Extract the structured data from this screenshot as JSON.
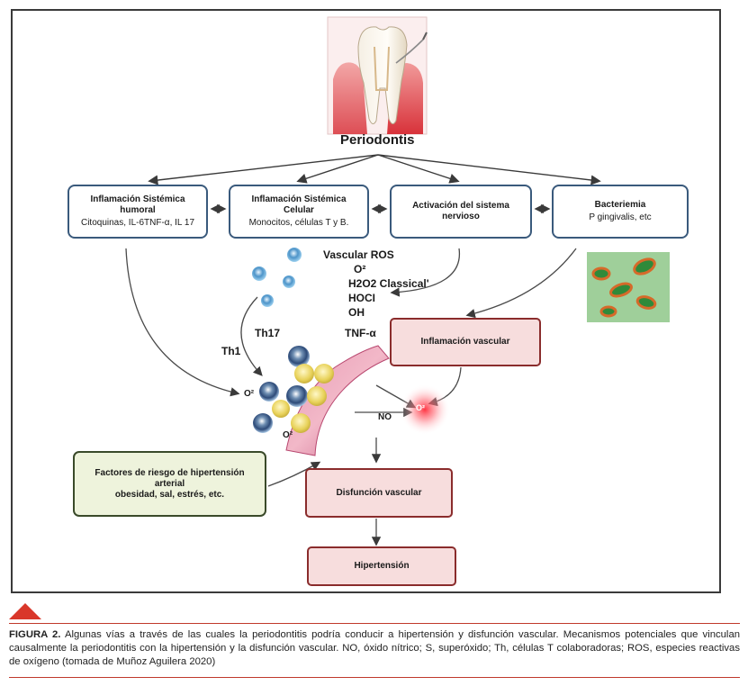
{
  "main_title": "Periodontis",
  "top_boxes": [
    {
      "title": "Inflamación Sistémica humoral",
      "sub": "Citoquinas, IL-6TNF-α, IL 17"
    },
    {
      "title": "Inflamación Sistémica Celular",
      "sub": "Monocitos, células T y B."
    },
    {
      "title": "Activación del sistema nervioso",
      "sub": ""
    },
    {
      "title": "Bacteriemia",
      "sub": "P gingivalis, etc"
    }
  ],
  "ros_labels": [
    "Vascular ROS",
    "O²",
    "H2O2 Classical'",
    "HOCI",
    "OH",
    "TNF-α"
  ],
  "cell_labels": {
    "th17": "Th17",
    "th1": "Th1",
    "o2_left": "O²",
    "o2_bottom": "O²",
    "no": "NO",
    "o2_burst": "O²"
  },
  "inflamacion_vascular": "Inflamación vascular",
  "risk_box": {
    "title": "Factores de riesgo de hipertensión arterial",
    "sub": "obesidad, sal, estrés, etc."
  },
  "disfuncion_vascular": "Disfunción vascular",
  "hipertension": "Hipertensión",
  "caption": {
    "label": "FIGURA 2.",
    "text": "Algunas vías a través de las cuales la periodontitis podría conducir a hipertensión y disfunción vascular. Mecanismos potenciales que vinculan causalmente la periodontitis con la hipertensión y la disfunción vascular. NO, óxido nítrico; S, superóxido; Th, células T colaboradoras; ROS, especies reactivas de oxígeno (tomada de Muñoz Aguilera 2020)"
  },
  "colors": {
    "frame": "#3a3a3a",
    "blue_border": "#3a5a7c",
    "red_border": "#8a2c2c",
    "red_fill": "#f7dddd",
    "green_fill": "#eef3dc",
    "accent": "#d9372a"
  }
}
